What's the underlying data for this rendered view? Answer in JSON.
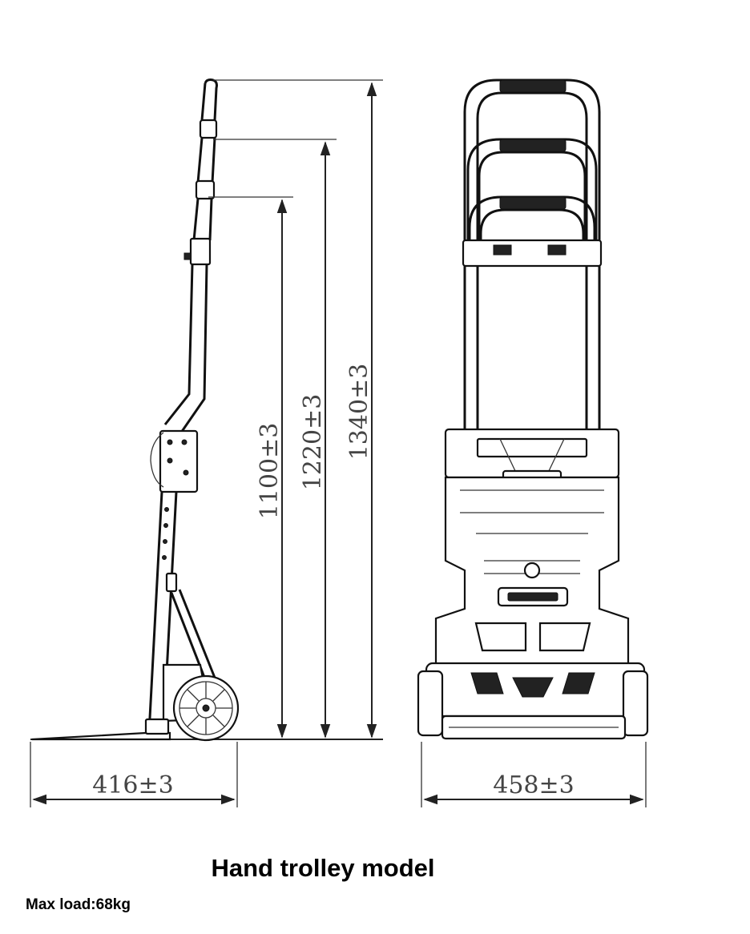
{
  "title": "Hand trolley model",
  "max_load": "Max load:68kg",
  "dimensions": {
    "height_low": "1100±3",
    "height_mid": "1220±3",
    "height_high": "1340±3",
    "depth": "416±3",
    "width": "458±3"
  }
}
